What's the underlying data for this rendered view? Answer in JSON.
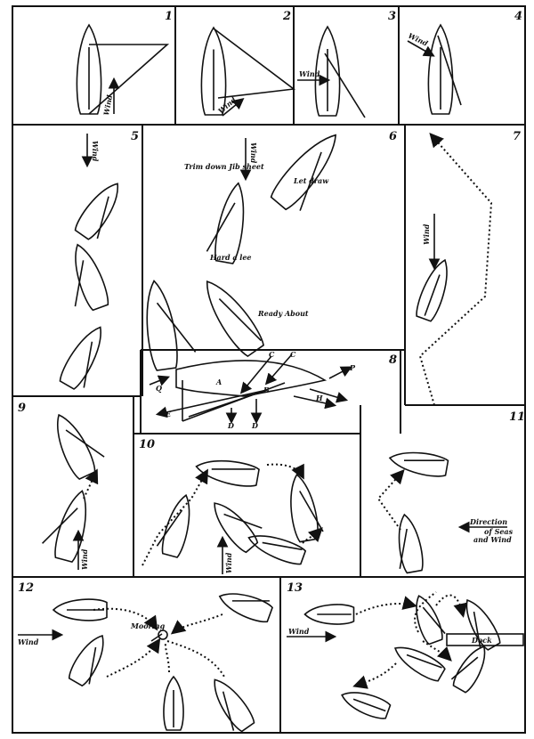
{
  "panels": [
    {
      "number": "1",
      "labels": [
        "Wind"
      ]
    },
    {
      "number": "2",
      "labels": [
        "Wind"
      ]
    },
    {
      "number": "3",
      "labels": [
        "Wind"
      ]
    },
    {
      "number": "4",
      "labels": [
        "Wind"
      ]
    },
    {
      "number": "5",
      "labels": [
        "Wind"
      ]
    },
    {
      "number": "6",
      "labels": [
        "Trim down Jib sheet",
        "Wind",
        "Let draw",
        "Hard a lee",
        "Ready About"
      ]
    },
    {
      "number": "7",
      "labels": [
        "Wind"
      ]
    },
    {
      "number": "8",
      "labels": [
        "Q",
        "A",
        "C",
        "C",
        "B",
        "P",
        "H",
        "E",
        "D",
        "D"
      ]
    },
    {
      "number": "9",
      "labels": [
        "Wind"
      ]
    },
    {
      "number": "10",
      "labels": [
        "Wind"
      ]
    },
    {
      "number": "11",
      "labels": [
        "Direction",
        "of Seas",
        "and Wind"
      ]
    },
    {
      "number": "12",
      "labels": [
        "Wind",
        "Mooring"
      ]
    },
    {
      "number": "13",
      "labels": [
        "Wind",
        "Dock"
      ]
    }
  ],
  "colors": {
    "ink": "#111111",
    "paper": "#ffffff"
  }
}
